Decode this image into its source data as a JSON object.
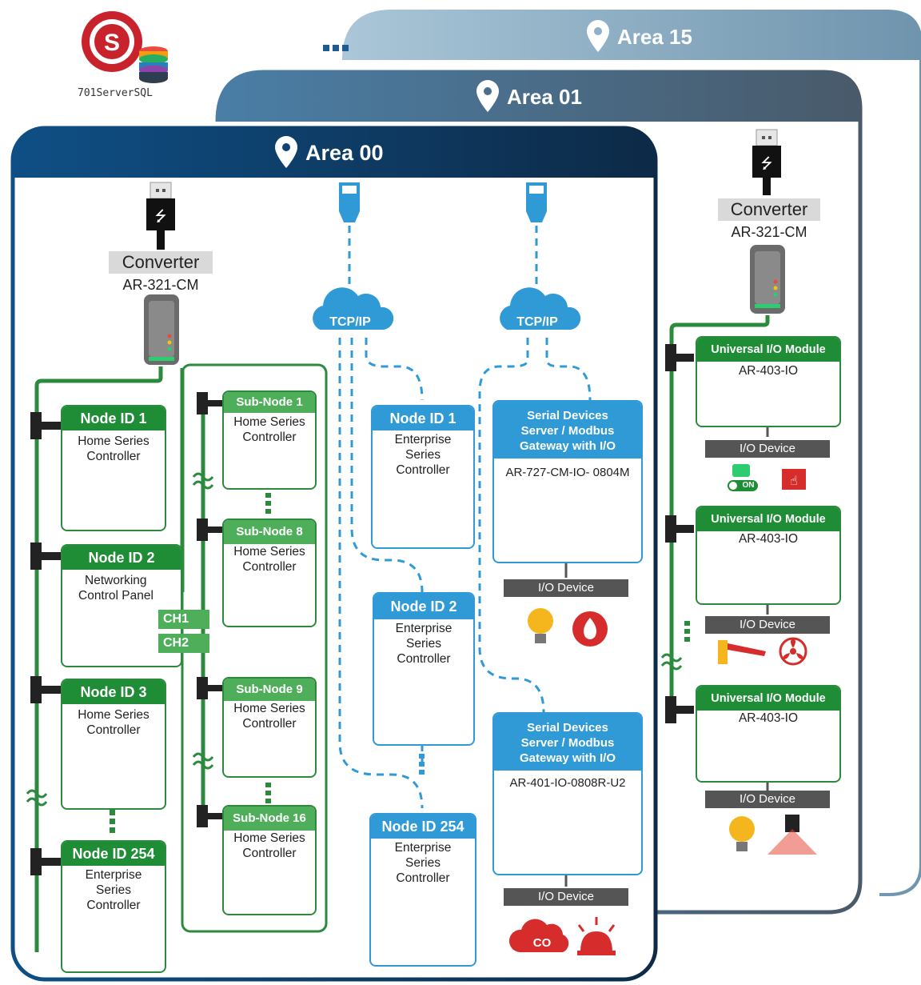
{
  "logo": {
    "label": "701ServerSQL",
    "icon": "server-sql-logo-icon"
  },
  "areas": {
    "area15": "Area 15",
    "area01": "Area 01",
    "area00": "Area 00",
    "more": "..."
  },
  "converter": {
    "left": {
      "title": "Converter",
      "model": "AR-321-CM"
    },
    "right": {
      "title": "Converter",
      "model": "AR-321-CM"
    }
  },
  "cloud_label": "TCP/IP",
  "home_nodes": [
    {
      "id": "Node ID 1",
      "lines": [
        "Home Series",
        "Controller"
      ]
    },
    {
      "id": "Node ID 2",
      "lines": [
        "Networking",
        "Control Panel"
      ]
    },
    {
      "id": "Node ID 3",
      "lines": [
        "Home Series",
        "Controller"
      ]
    },
    {
      "id": "Node ID 254",
      "lines": [
        "Enterprise",
        "Series",
        "Controller"
      ]
    }
  ],
  "channels": [
    "CH1",
    "CH2"
  ],
  "sub_nodes": [
    {
      "id": "Sub-Node 1",
      "lines": [
        "Home Series",
        "Controller"
      ]
    },
    {
      "id": "Sub-Node 8",
      "lines": [
        "Home Series",
        "Controller"
      ]
    },
    {
      "id": "Sub-Node 9",
      "lines": [
        "Home Series",
        "Controller"
      ]
    },
    {
      "id": "Sub-Node 16",
      "lines": [
        "Home Series",
        "Controller"
      ]
    }
  ],
  "tcp_nodes": [
    {
      "id": "Node ID 1",
      "lines": [
        "Enterprise",
        "Series",
        "Controller"
      ]
    },
    {
      "id": "Node ID 2",
      "lines": [
        "Enterprise",
        "Series",
        "Controller"
      ]
    },
    {
      "id": "Node ID 254",
      "lines": [
        "Enterprise",
        "Series",
        "Controller"
      ]
    }
  ],
  "gateways": [
    {
      "title": [
        "Serial Devices",
        "Server / Modbus",
        "Gateway with I/O"
      ],
      "model": "AR-727-CM-IO- 0804M"
    },
    {
      "title": [
        "Serial Devices",
        "Server / Modbus",
        "Gateway with I/O"
      ],
      "model": "AR-401-IO-0808R-U2"
    }
  ],
  "io_device_label": "I/O Device",
  "io_modules": [
    {
      "title": "Universal I/O Module",
      "model": "AR-403-IO"
    },
    {
      "title": "Universal I/O Module",
      "model": "AR-403-IO"
    },
    {
      "title": "Universal I/O Module",
      "model": "AR-403-IO"
    }
  ],
  "device_icons": {
    "on_badge": "ON",
    "co_badge": "CO"
  },
  "colors": {
    "area_navy": "#123d66",
    "area_slate": "#4f6f8c",
    "area_light": "#8fb0c6",
    "green_line": "#2c8a3f",
    "blue": "#2f9ad6"
  }
}
